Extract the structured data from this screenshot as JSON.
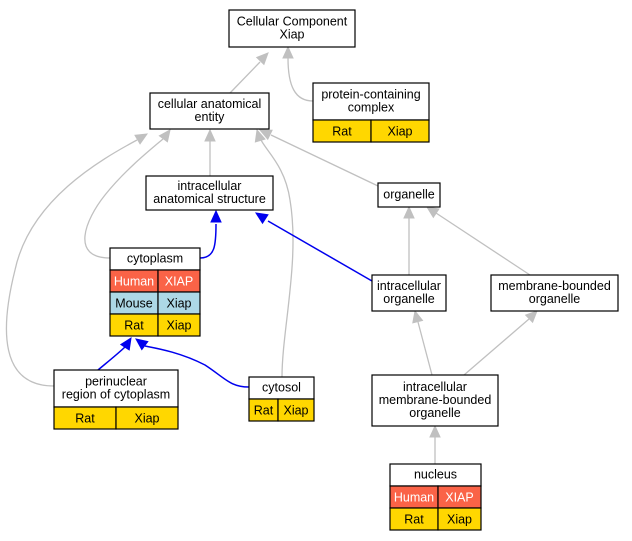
{
  "colors": {
    "human": "#FA6347",
    "mouse": "#ADD8E6",
    "rat": "#FFD700",
    "edge_is_a": "#C0C0C0",
    "edge_part_of": "#0000EE"
  },
  "nodes": {
    "root": {
      "lines": [
        "Cellular Component",
        "Xiap"
      ],
      "rows": []
    },
    "protein_complex": {
      "lines": [
        "protein-containing",
        "complex"
      ],
      "rows": [
        [
          "Rat",
          "Xiap"
        ]
      ]
    },
    "cellular_anatomical_entity": {
      "lines": [
        "cellular anatomical",
        "entity"
      ],
      "rows": []
    },
    "intracellular_anatomical_structure": {
      "lines": [
        "intracellular",
        "anatomical structure"
      ],
      "rows": []
    },
    "organelle": {
      "lines": [
        "organelle"
      ],
      "rows": []
    },
    "cytoplasm": {
      "lines": [
        "cytoplasm"
      ],
      "rows": [
        [
          "Human",
          "XIAP"
        ],
        [
          "Mouse",
          "Xiap"
        ],
        [
          "Rat",
          "Xiap"
        ]
      ]
    },
    "intracellular_organelle": {
      "lines": [
        "intracellular",
        "organelle"
      ],
      "rows": []
    },
    "membrane_bounded_organelle": {
      "lines": [
        "membrane-bounded",
        "organelle"
      ],
      "rows": []
    },
    "perinuclear_region": {
      "lines": [
        "perinuclear",
        "region of cytoplasm"
      ],
      "rows": [
        [
          "Rat",
          "Xiap"
        ]
      ]
    },
    "cytosol": {
      "lines": [
        "cytosol"
      ],
      "rows": [
        [
          "Rat",
          "Xiap"
        ]
      ]
    },
    "intracellular_membrane_bounded_organelle": {
      "lines": [
        "intracellular",
        "membrane-bounded",
        "organelle"
      ],
      "rows": []
    },
    "nucleus": {
      "lines": [
        "nucleus"
      ],
      "rows": [
        [
          "Human",
          "XIAP"
        ],
        [
          "Rat",
          "Xiap"
        ]
      ]
    }
  }
}
